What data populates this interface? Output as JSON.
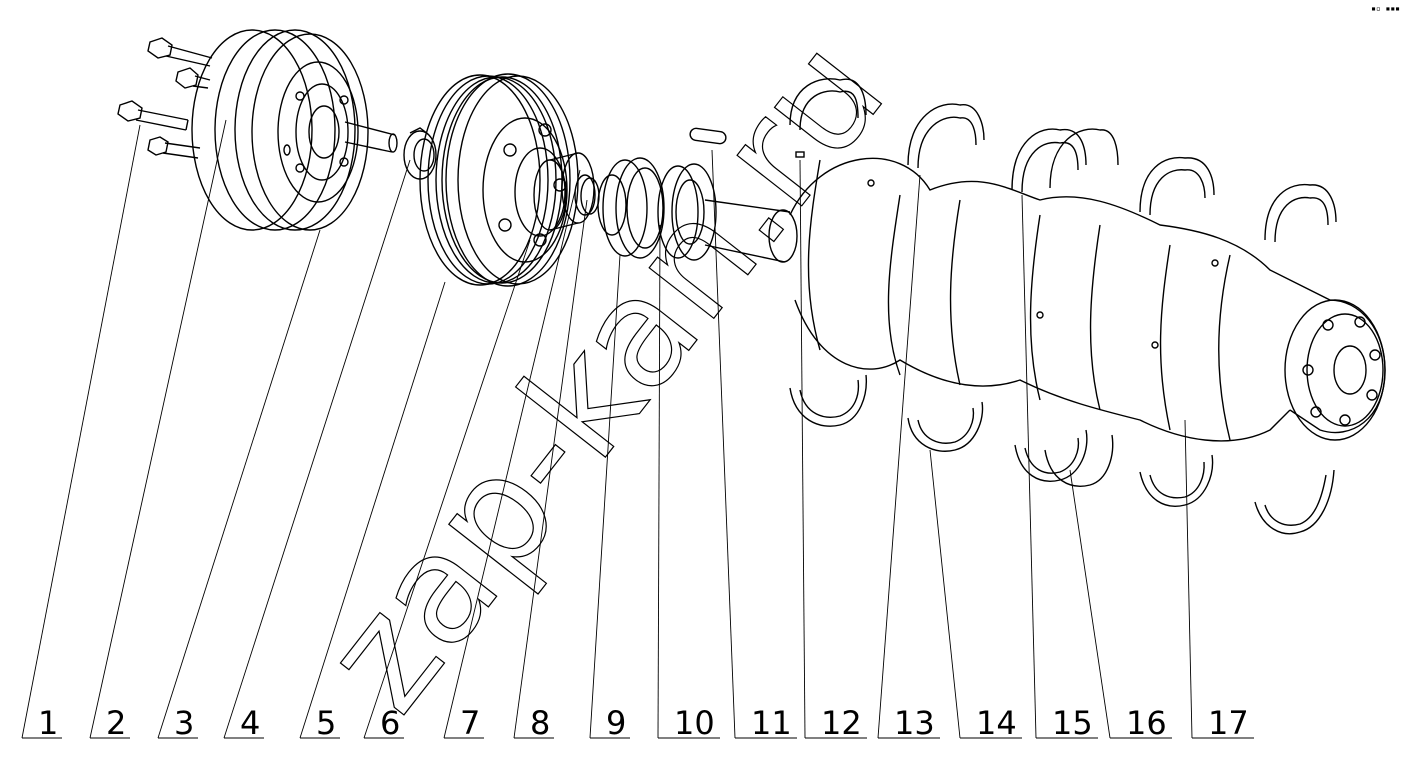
{
  "diagram": {
    "corner_mark": "▪▫ ▪▪▪",
    "watermark": "zap-kan.ru",
    "callouts": [
      "1",
      "2",
      "3",
      "4",
      "5",
      "6",
      "7",
      "8",
      "9",
      "10",
      "11",
      "12",
      "13",
      "14",
      "15",
      "16",
      "17"
    ]
  }
}
